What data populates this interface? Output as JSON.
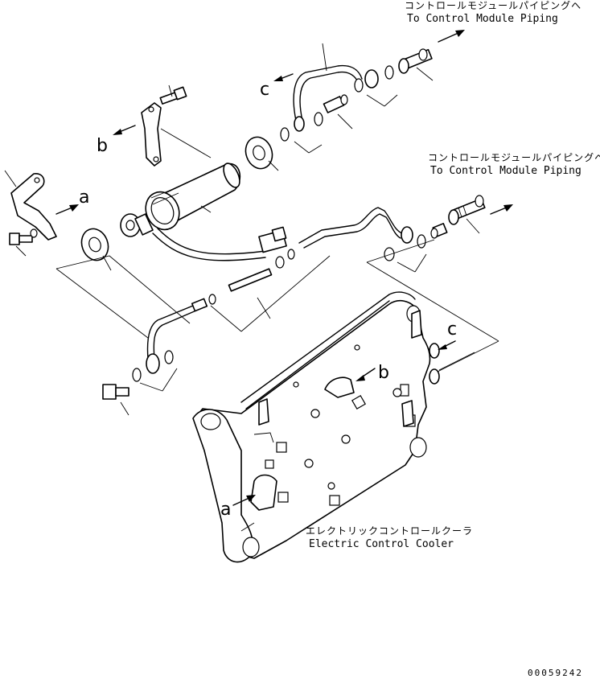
{
  "labels": {
    "top_jp": "コントロールモジュールパイピングへ",
    "top_en": "To Control Module Piping",
    "mid_jp": "コントロールモジュールパイピングへ",
    "mid_en": "To Control Module Piping",
    "cooler_jp": "エレクトリックコントロールクーラ",
    "cooler_en": "Electric Control Cooler"
  },
  "markers": {
    "a_left": "a",
    "a_bottom": "a",
    "b_left": "b",
    "b_plate": "b",
    "c_top": "c",
    "c_right": "c"
  },
  "drawing_code": "00059242"
}
